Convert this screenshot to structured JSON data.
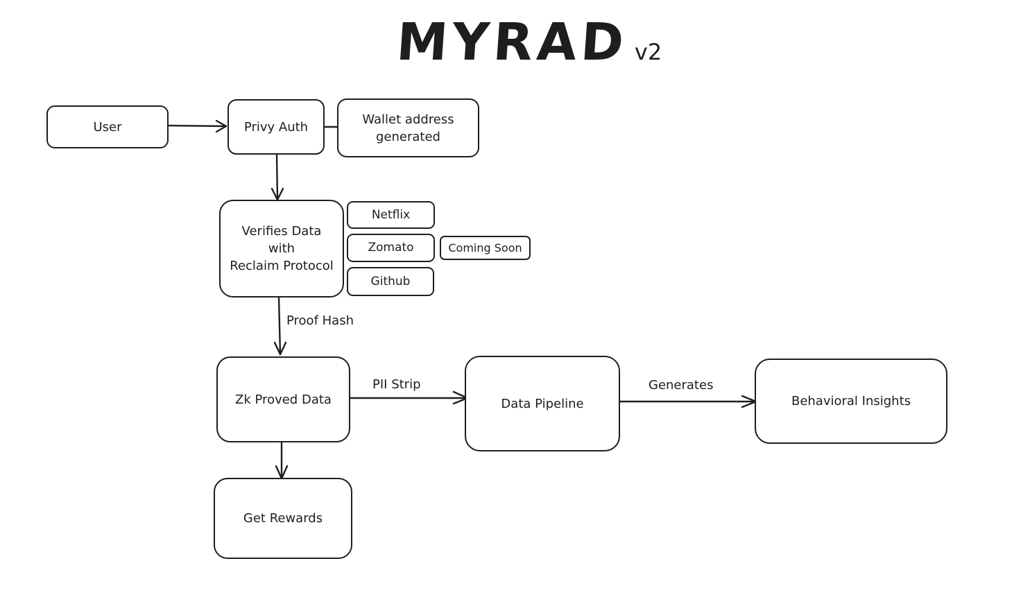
{
  "title": {
    "main": "MYRAD",
    "version": "v2"
  },
  "nodes": {
    "user": "User",
    "privy_auth": "Privy Auth",
    "wallet": "Wallet address\ngenerated",
    "verifies": "Verifies Data\nwith\nReclaim Protocol",
    "netflix": "Netflix",
    "zomato": "Zomato",
    "coming_soon": "Coming Soon",
    "github": "Github",
    "zk_proved": "Zk Proved Data",
    "data_pipeline": "Data Pipeline",
    "behavioral_insights": "Behavioral Insights",
    "get_rewards": "Get Rewards"
  },
  "edges": {
    "proof_hash": "Proof Hash",
    "pii_strip": "PII Strip",
    "generates": "Generates"
  }
}
